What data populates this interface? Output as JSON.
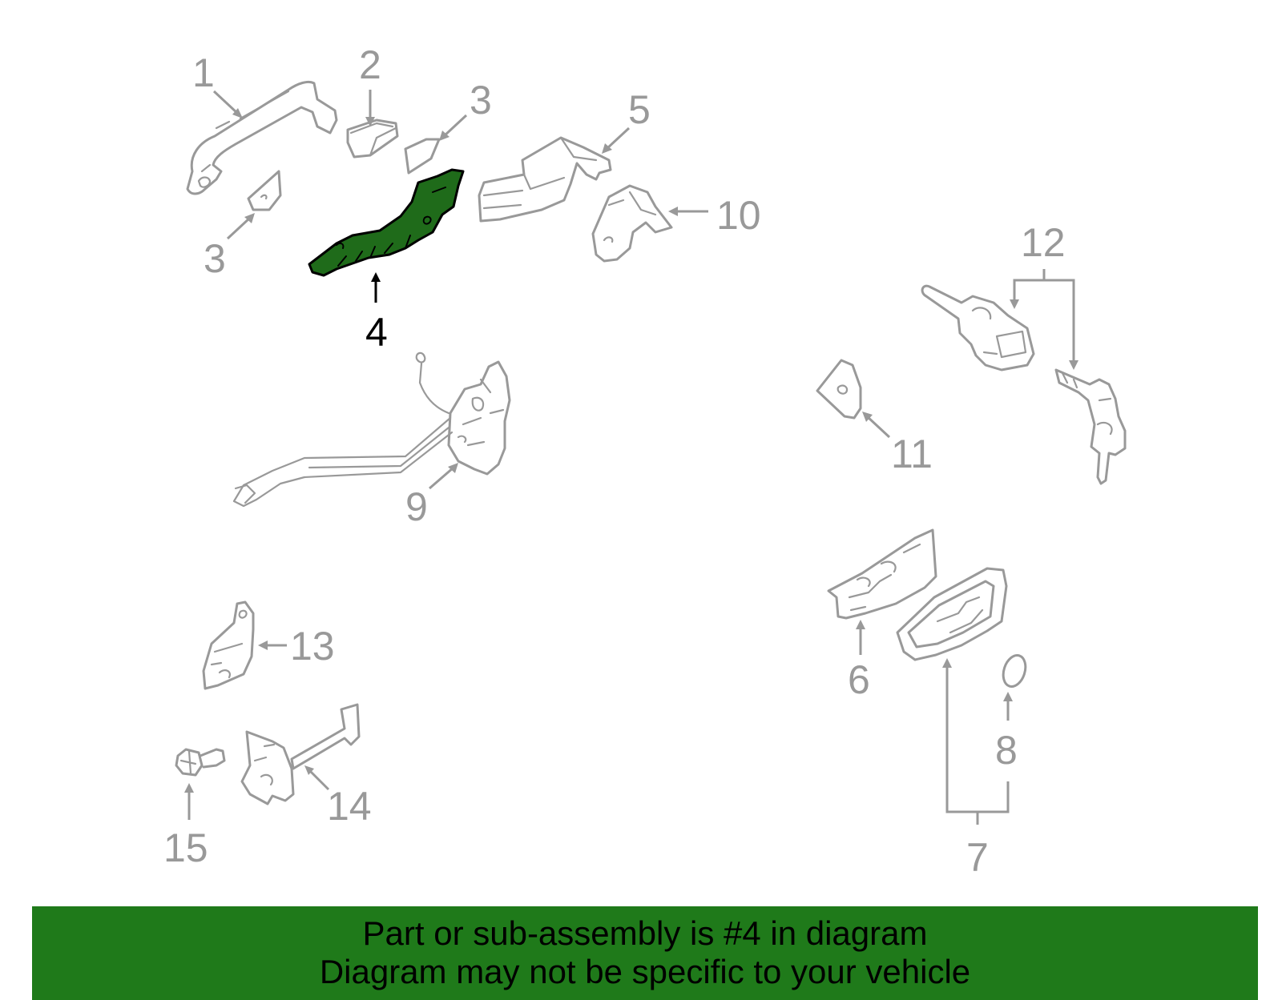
{
  "diagram": {
    "callouts": {
      "c1": "1",
      "c2": "2",
      "c3a": "3",
      "c3b": "3",
      "c4": "4",
      "c5": "5",
      "c6": "6",
      "c7": "7",
      "c8": "8",
      "c9": "9",
      "c10": "10",
      "c11": "11",
      "c12": "12",
      "c13": "13",
      "c14": "14",
      "c15": "15"
    },
    "highlighted_part": "4",
    "highlight_color": "#1f6b1a",
    "part_color": "#999999"
  },
  "footer": {
    "line1": "Part or sub-assembly is #4 in diagram",
    "line2": "Diagram may not be specific to your vehicle",
    "background": "#1f7a1a"
  }
}
